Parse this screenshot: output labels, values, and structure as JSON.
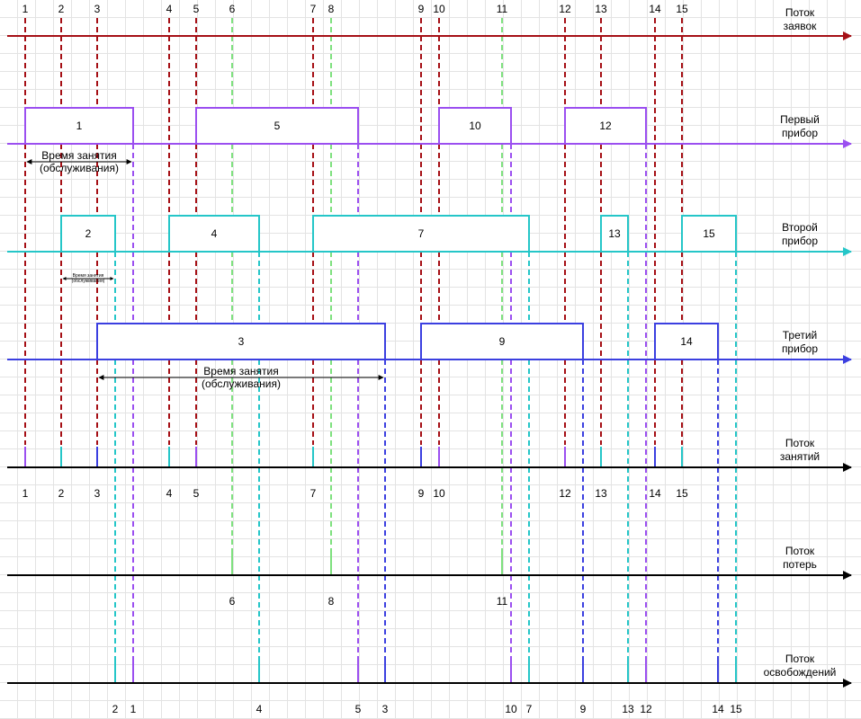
{
  "colors": {
    "requests": "#a50f15",
    "device1": "#9b4ff0",
    "device2": "#25c6c8",
    "device3": "#3b3fe0",
    "axis_black": "#000000",
    "lost": "#7ee07e"
  },
  "axes": [
    {
      "id": "requests",
      "label": "Поток\nзаявок",
      "color_key": "requests"
    },
    {
      "id": "device1",
      "label": "Первый\nприбор",
      "color_key": "device1"
    },
    {
      "id": "device2",
      "label": "Второй\nприбор",
      "color_key": "device2"
    },
    {
      "id": "device3",
      "label": "Третий\nприбор",
      "color_key": "device3"
    },
    {
      "id": "busy",
      "label": "Поток\nзанятий",
      "color_key": "axis_black"
    },
    {
      "id": "loss",
      "label": "Поток\nпотерь",
      "color_key": "axis_black"
    },
    {
      "id": "release",
      "label": "Поток\nосвобождений",
      "color_key": "axis_black"
    }
  ],
  "requests": [
    "1",
    "2",
    "3",
    "4",
    "5",
    "6",
    "7",
    "8",
    "9",
    "10",
    "11",
    "12",
    "13",
    "14",
    "15"
  ],
  "services": [
    {
      "label": "1",
      "device": 1
    },
    {
      "label": "5",
      "device": 1
    },
    {
      "label": "10",
      "device": 1
    },
    {
      "label": "12",
      "device": 1
    },
    {
      "label": "2",
      "device": 2
    },
    {
      "label": "4",
      "device": 2
    },
    {
      "label": "7",
      "device": 2
    },
    {
      "label": "13",
      "device": 2
    },
    {
      "label": "15",
      "device": 2
    },
    {
      "label": "3",
      "device": 3
    },
    {
      "label": "9",
      "device": 3
    },
    {
      "label": "14",
      "device": 3
    }
  ],
  "busy_flow_labels": [
    "1",
    "2",
    "3",
    "4",
    "5",
    "7",
    "9",
    "10",
    "12",
    "13",
    "14",
    "15"
  ],
  "loss_flow_labels": [
    "6",
    "8",
    "11"
  ],
  "release_flow_labels": [
    "2",
    "1",
    "4",
    "5",
    "3",
    "10",
    "7",
    "9",
    "13",
    "12",
    "14",
    "15"
  ],
  "notes": {
    "busy_time_1": "Время занятия\n(обслуживания)",
    "busy_time_2": "Время занятия\n(обслуживания)",
    "busy_time_3": "Время занятия\n(обслуживания)"
  }
}
